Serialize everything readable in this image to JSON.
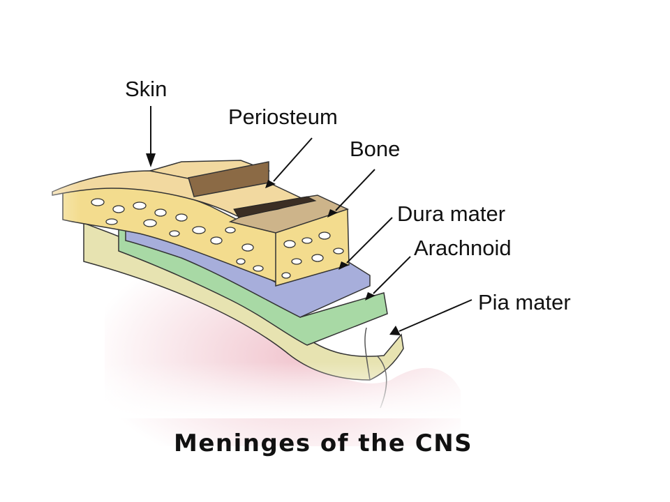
{
  "title": "Meninges of the CNS",
  "labels": {
    "skin": "Skin",
    "periosteum": "Periosteum",
    "bone": "Bone",
    "dura_mater": "Dura mater",
    "arachnoid": "Arachnoid",
    "pia_mater": "Pia mater"
  },
  "colors": {
    "skin": "#f2d9a0",
    "bone": "#f3dc8e",
    "periosteum_block": "#cdb48a",
    "dura_mater": "#a7aedb",
    "arachnoid": "#a8d9a5",
    "pia_mater": "#e7e3b1",
    "brain": "#f4d6dc",
    "outline": "#222222"
  }
}
